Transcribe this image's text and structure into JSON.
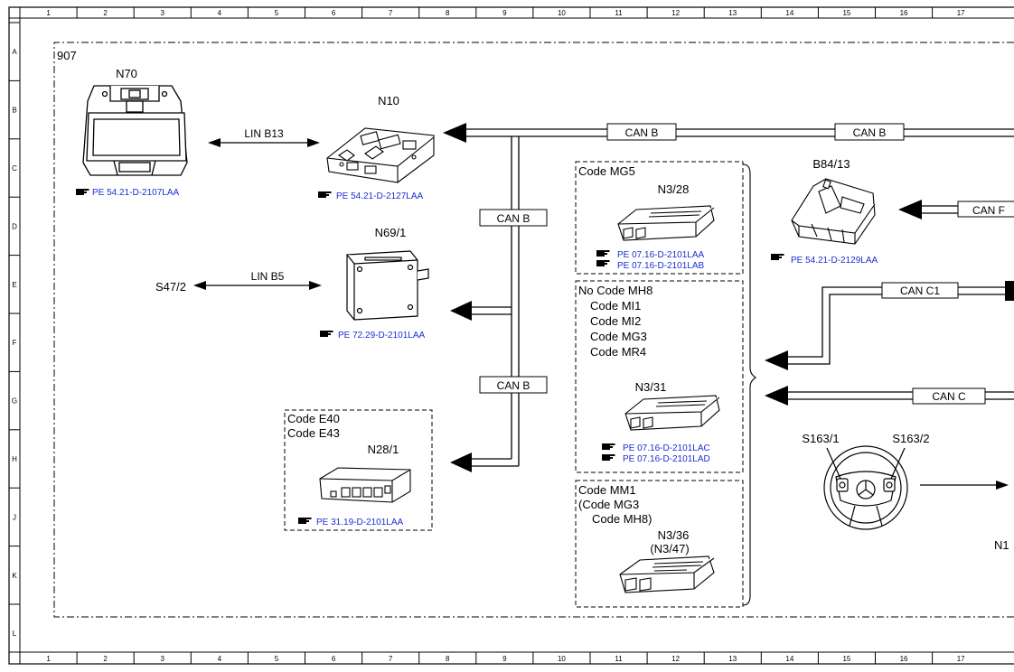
{
  "frame": {
    "columns": [
      "1",
      "2",
      "3",
      "4",
      "5",
      "6",
      "7",
      "8",
      "9",
      "10",
      "11",
      "12",
      "13",
      "14",
      "15",
      "16",
      "17"
    ],
    "rows": [
      "A",
      "B",
      "C",
      "D",
      "E",
      "F",
      "G",
      "H",
      "J",
      "K",
      "L"
    ]
  },
  "diagram": {
    "group_label": "907",
    "components": {
      "n70": "N70",
      "n10": "N10",
      "n69_1": "N69/1",
      "s47_2": "S47/2",
      "n28_1": "N28/1",
      "n3_28": "N3/28",
      "n3_31": "N3/31",
      "n3_36": "N3/36",
      "n3_47": "(N3/47)",
      "b84_13": "B84/13",
      "s163_1": "S163/1",
      "s163_2": "S163/2",
      "n_cut": "N1"
    },
    "buses": {
      "lin_b13": "LIN B13",
      "lin_b5": "LIN B5",
      "can_b_top1": "CAN B",
      "can_b_top2": "CAN B",
      "can_b_v1": "CAN B",
      "can_b_v2": "CAN B",
      "can_f": "CAN F",
      "can_c1": "CAN C1",
      "can_c": "CAN C"
    },
    "codes": {
      "mg5": "Code MG5",
      "no_mh8": "No Code MH8",
      "mi1": "Code MI1",
      "mi2": "Code MI2",
      "mg3": "Code MG3",
      "mr4": "Code MR4",
      "e40": "Code E40",
      "e43": "Code E43",
      "mm1": "Code MM1",
      "mm1_mg3": "(Code MG3",
      "mm1_mh8": "Code MH8)"
    },
    "refs": {
      "n70": "PE 54.21-D-2107LAA",
      "n10": "PE 54.21-D-2127LAA",
      "n69_1": "PE 72.29-D-2101LAA",
      "n28_1": "PE 31.19-D-2101LAA",
      "n3_28_a": "PE 07.16-D-2101LAA",
      "n3_28_b": "PE 07.16-D-2101LAB",
      "n3_31_a": "PE 07.16-D-2101LAC",
      "n3_31_b": "PE 07.16-D-2101LAD",
      "b84_13": "PE 54.21-D-2129LAA"
    },
    "icons": {
      "pointer": "pointing-hand-icon"
    },
    "colors": {
      "ref_link": "#1a2fd0",
      "line": "#000000"
    }
  }
}
